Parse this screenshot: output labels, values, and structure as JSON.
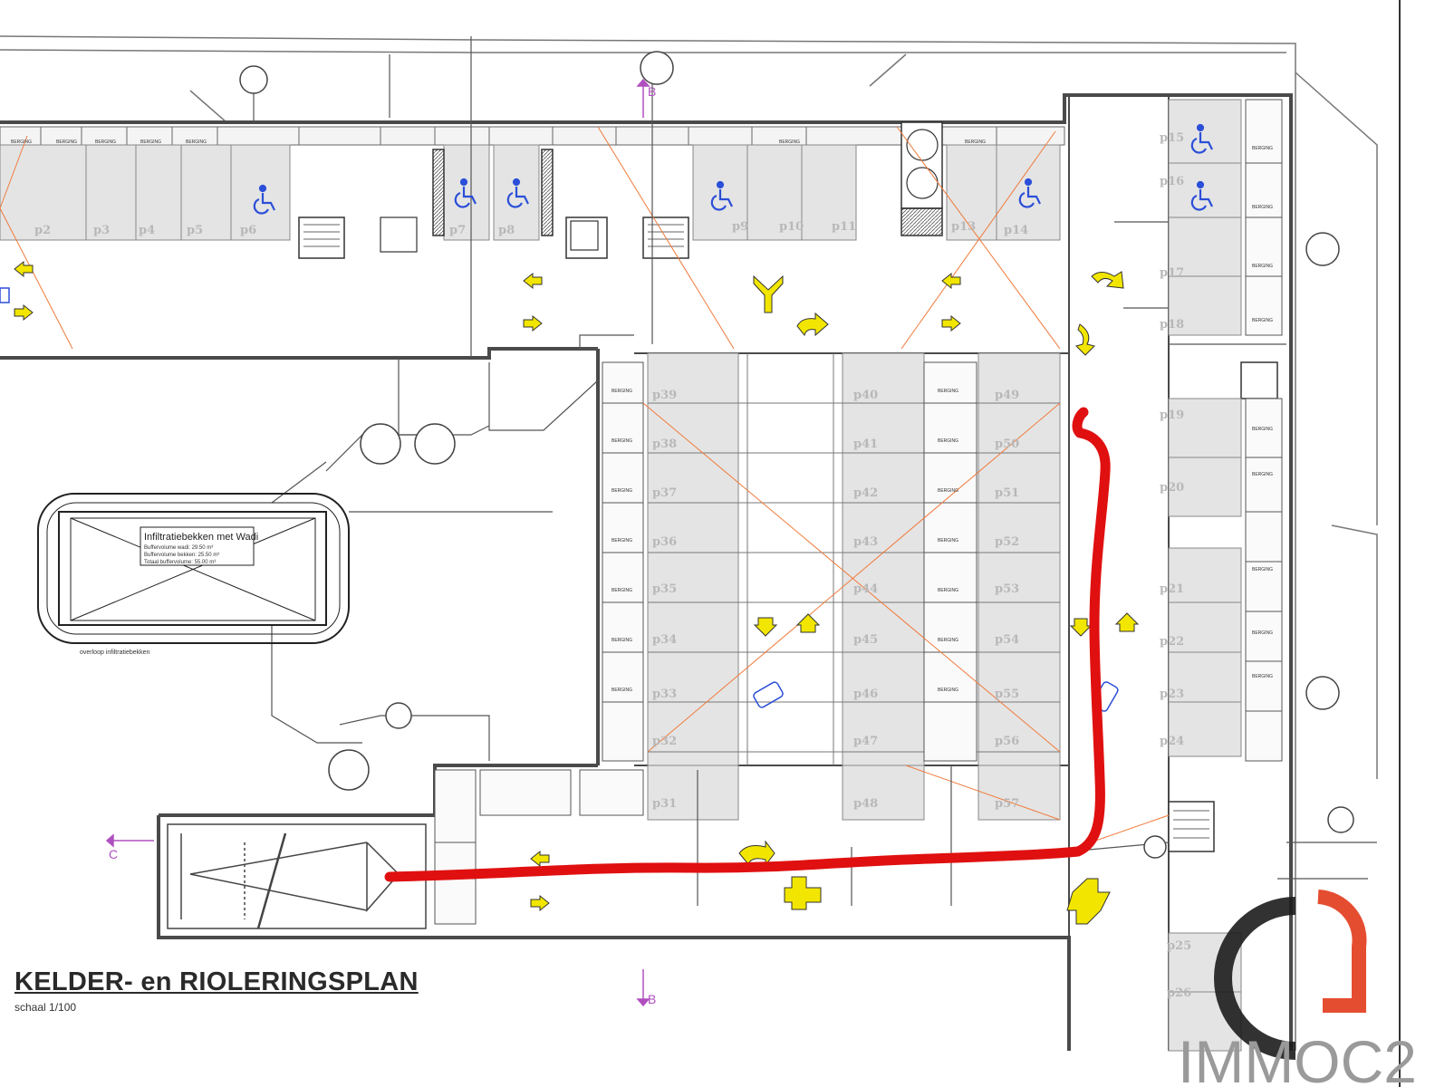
{
  "title": "KELDER- en RIOLERINGSPLAN",
  "scale": "schaal 1/100",
  "logo_text": "IMMOC2",
  "basin": {
    "title": "Infiltratiebekken met Wadi",
    "line1": "Buffervolume wadi: 29.50 m³",
    "line2": "Buffervolume bekken: 25.50 m³",
    "line3": "Totaal buffervolume: 55.00 m³"
  },
  "overflow_label": "overloop infiltratiebekken",
  "section_labels": {
    "b": "B",
    "c": "C"
  },
  "parking_labels": [
    "p2",
    "p3",
    "p4",
    "p5",
    "p6",
    "p7",
    "p8",
    "p9",
    "p10",
    "p11",
    "p13",
    "p14",
    "p15",
    "p16",
    "p17",
    "p18",
    "p19",
    "p20",
    "p21",
    "p22",
    "p23",
    "p24",
    "p25",
    "p26",
    "p31",
    "p32",
    "p33",
    "p34",
    "p35",
    "p36",
    "p37",
    "p38",
    "p39",
    "p40",
    "p41",
    "p42",
    "p43",
    "p44",
    "p45",
    "p46",
    "p47",
    "p48",
    "p49",
    "p50",
    "p51",
    "p52",
    "p53",
    "p54",
    "p55",
    "p56",
    "p57"
  ],
  "storage_label": "BERGING",
  "colors": {
    "walls": "#4a4a4a",
    "parking_fill": "#e4e4e4",
    "route": "#e01010",
    "arrows": "#f2e600",
    "accessible": "#2b4fd8",
    "diagonals": "#f07a3a",
    "section_marks": "#b050c0",
    "logo_red": "#e23a1a"
  },
  "icons": [
    "wheelchair-icon",
    "direction-arrow-icon",
    "manhole-icon",
    "stairs-icon",
    "elevator-icon"
  ]
}
